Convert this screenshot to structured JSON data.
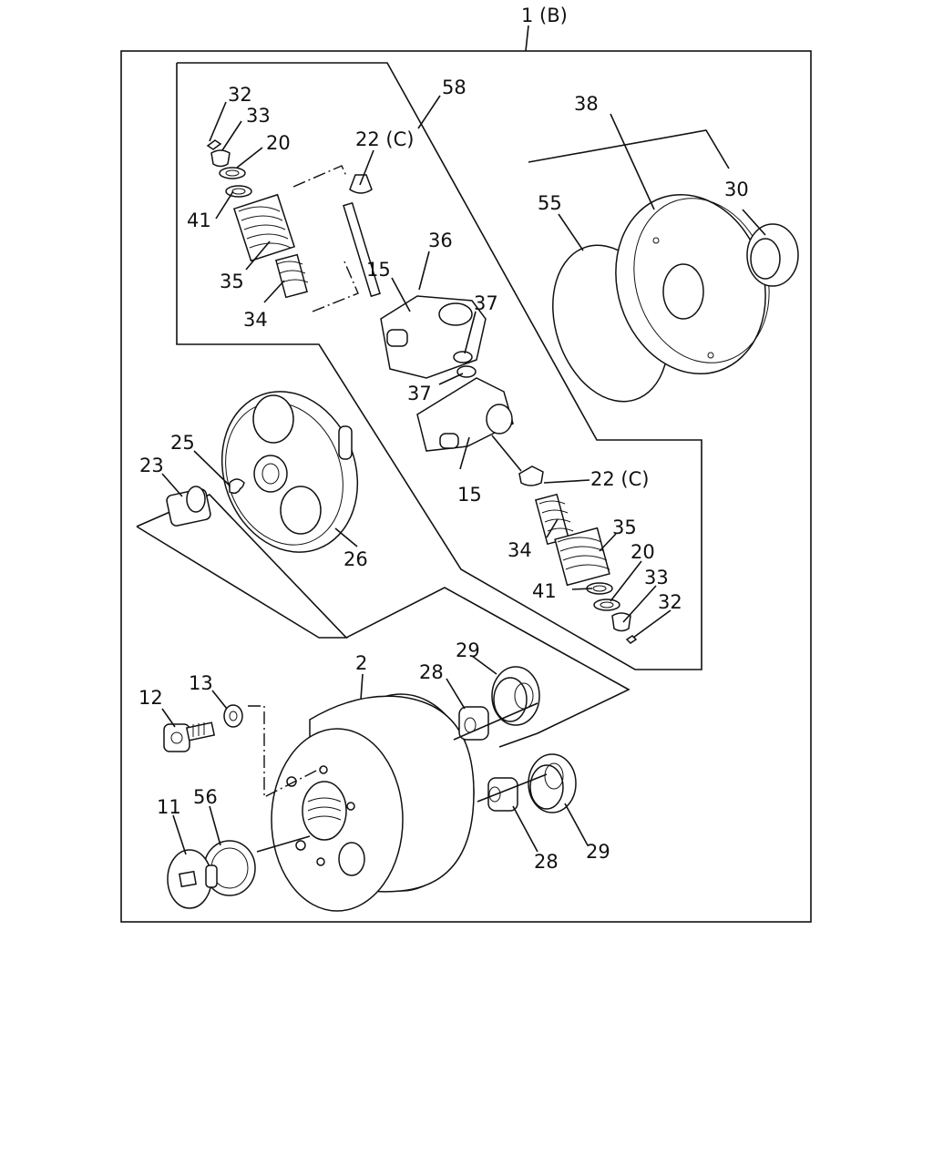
{
  "assembly_label": "1 (B)",
  "callouts": {
    "c58": "58",
    "c32a": "32",
    "c33a": "33",
    "c20a": "20",
    "c41a": "41",
    "c35a": "35",
    "c34a": "34",
    "c22a": "22 (C)",
    "c36": "36",
    "c15a": "15",
    "c37a": "37",
    "c37b": "37",
    "c15b": "15",
    "c38": "38",
    "c30": "30",
    "c55": "55",
    "c25": "25",
    "c23": "23",
    "c26": "26",
    "c22b": "22 (C)",
    "c34b": "34",
    "c35b": "35",
    "c41b": "41",
    "c20b": "20",
    "c33b": "33",
    "c32b": "32",
    "c2": "2",
    "c12": "12",
    "c13": "13",
    "c11": "11",
    "c56": "56",
    "c28a": "28",
    "c29a": "29",
    "c28b": "28",
    "c29b": "29"
  }
}
